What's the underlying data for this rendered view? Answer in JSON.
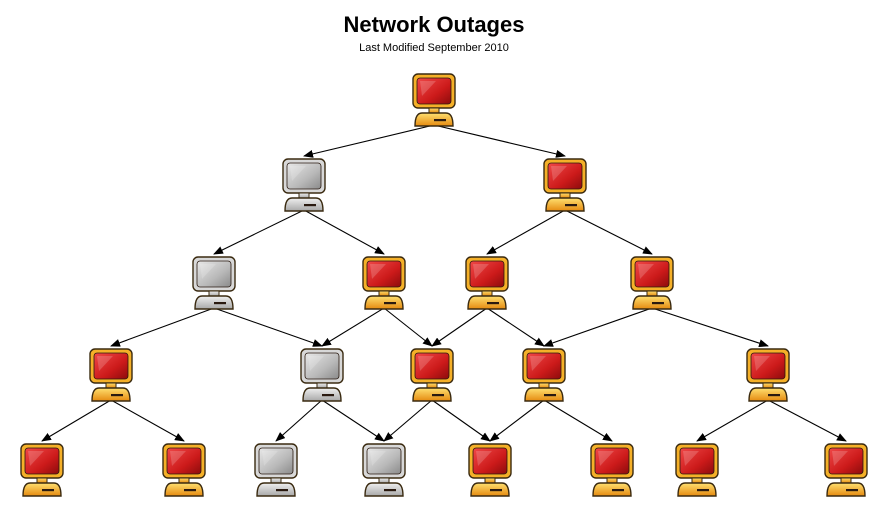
{
  "header": {
    "title": "Network Outages",
    "subtitle": "Last Modified September 2010"
  },
  "colors": {
    "outage_screen": "#d42020",
    "outage_body": "#f5b028",
    "ok_screen": "#b4b4b4",
    "ok_body": "#d0d0d0",
    "edge": "#000000"
  },
  "legend_icons": {
    "node_icon": "computer-monitor-icon"
  },
  "nodes": [
    {
      "id": "n1",
      "status": "outage"
    },
    {
      "id": "n2",
      "status": "ok"
    },
    {
      "id": "n3",
      "status": "outage"
    },
    {
      "id": "n4",
      "status": "ok"
    },
    {
      "id": "n5",
      "status": "outage"
    },
    {
      "id": "n6",
      "status": "outage"
    },
    {
      "id": "n7",
      "status": "outage"
    },
    {
      "id": "n8",
      "status": "outage"
    },
    {
      "id": "n9",
      "status": "ok"
    },
    {
      "id": "n10",
      "status": "outage"
    },
    {
      "id": "n11",
      "status": "outage"
    },
    {
      "id": "n12",
      "status": "outage"
    },
    {
      "id": "n13",
      "status": "outage"
    },
    {
      "id": "n14",
      "status": "outage"
    },
    {
      "id": "n15",
      "status": "ok"
    },
    {
      "id": "n16",
      "status": "ok"
    },
    {
      "id": "n17",
      "status": "outage"
    },
    {
      "id": "n18",
      "status": "outage"
    },
    {
      "id": "n19",
      "status": "outage"
    },
    {
      "id": "n20",
      "status": "outage"
    }
  ],
  "edges": [
    [
      "n1",
      "n2"
    ],
    [
      "n1",
      "n3"
    ],
    [
      "n2",
      "n4"
    ],
    [
      "n2",
      "n5"
    ],
    [
      "n3",
      "n6"
    ],
    [
      "n3",
      "n7"
    ],
    [
      "n4",
      "n8"
    ],
    [
      "n4",
      "n9"
    ],
    [
      "n5",
      "n9"
    ],
    [
      "n5",
      "n10"
    ],
    [
      "n6",
      "n10"
    ],
    [
      "n6",
      "n11"
    ],
    [
      "n7",
      "n11"
    ],
    [
      "n7",
      "n12"
    ],
    [
      "n8",
      "n13"
    ],
    [
      "n8",
      "n14"
    ],
    [
      "n9",
      "n15"
    ],
    [
      "n9",
      "n16"
    ],
    [
      "n10",
      "n16"
    ],
    [
      "n10",
      "n17"
    ],
    [
      "n11",
      "n17"
    ],
    [
      "n11",
      "n18"
    ],
    [
      "n12",
      "n19"
    ],
    [
      "n12",
      "n20"
    ]
  ]
}
